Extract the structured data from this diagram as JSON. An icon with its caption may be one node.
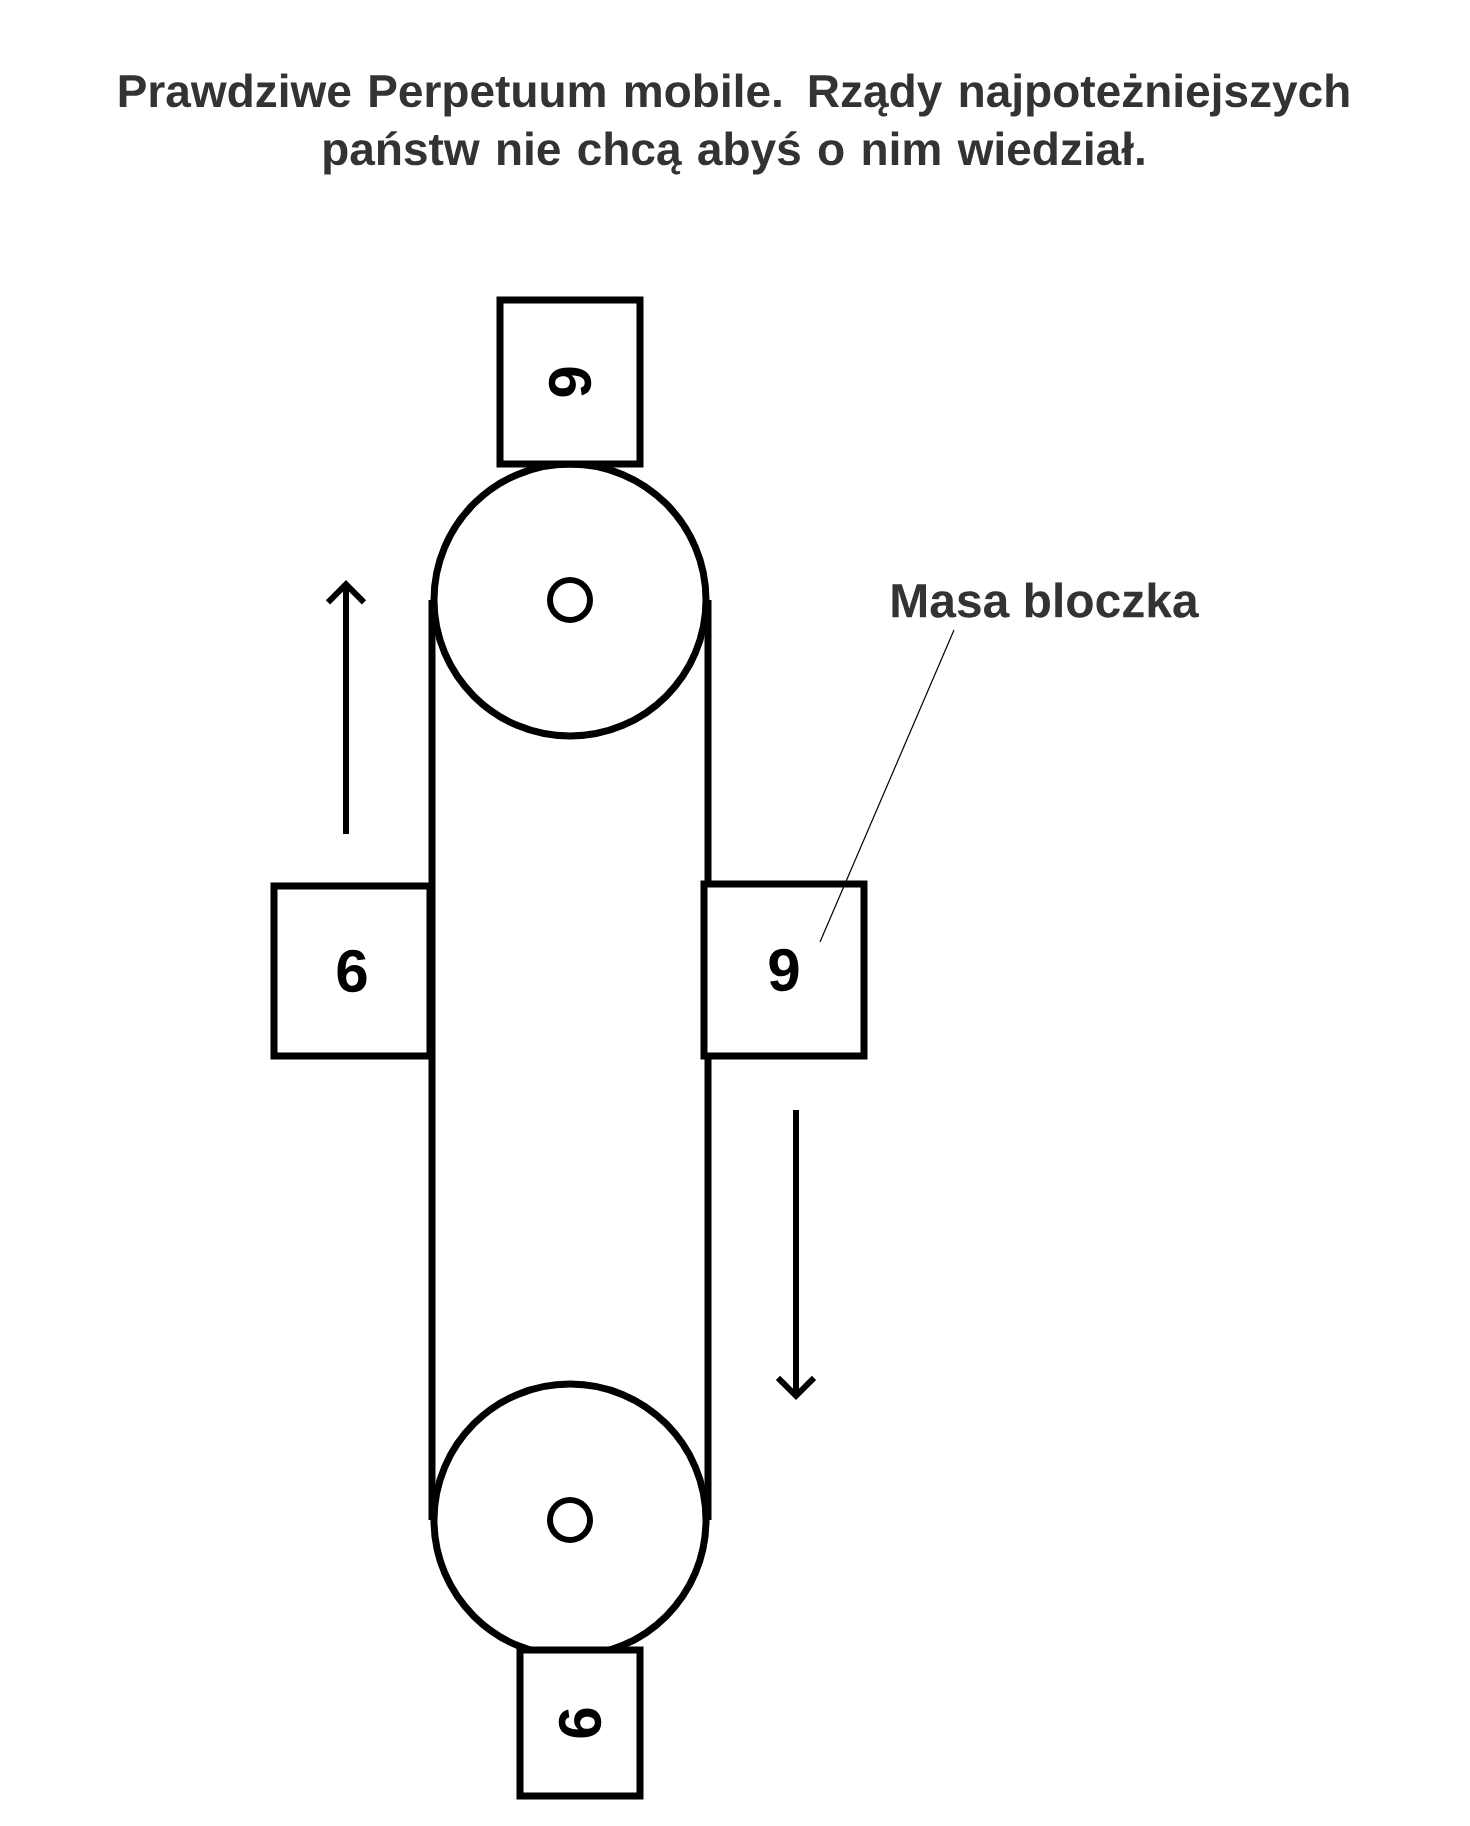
{
  "diagram": {
    "title": "Prawdziwe Perpetuum mobile. Rządy najpoteżniejszych państw nie chcą abyś o nim wiedział.",
    "nodes": [
      {
        "text": [
          "6"
        ]
      },
      {
        "text": [
          "6"
        ]
      },
      {
        "text": [
          "9"
        ]
      },
      {
        "text": [
          "6"
        ]
      },
      {
        "text": [
          "Masa bloczka"
        ]
      }
    ],
    "edges": [
      {
        "from": 4,
        "to": 2,
        "arrow": "none"
      }
    ]
  }
}
